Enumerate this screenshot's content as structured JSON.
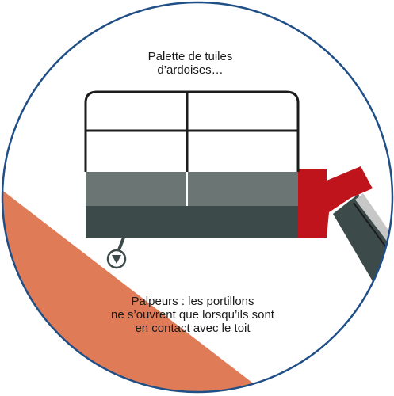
{
  "labels": {
    "pallet_line1": "Palette de tuiles",
    "pallet_line2": "d’ardoises…",
    "sensor_line1": "Palpeurs : les portillons",
    "sensor_line2": "ne s’ouvrent que lorsqu’ils sont",
    "sensor_line3": "en contact avec le toit"
  },
  "colors": {
    "circle_fill": "#ffffff",
    "circle_stroke": "#1f4f86",
    "roof": "#e07b58",
    "tile_row_outline": "#1c1c1c",
    "grey_row": "#6b7574",
    "dark_base": "#3d4a4a",
    "red_bracket": "#c0141c",
    "arm": "#3d4a4a",
    "arm_stripe": "#c7c7c7"
  },
  "icons": {
    "sensor": "down-triangle-sensor-icon"
  }
}
